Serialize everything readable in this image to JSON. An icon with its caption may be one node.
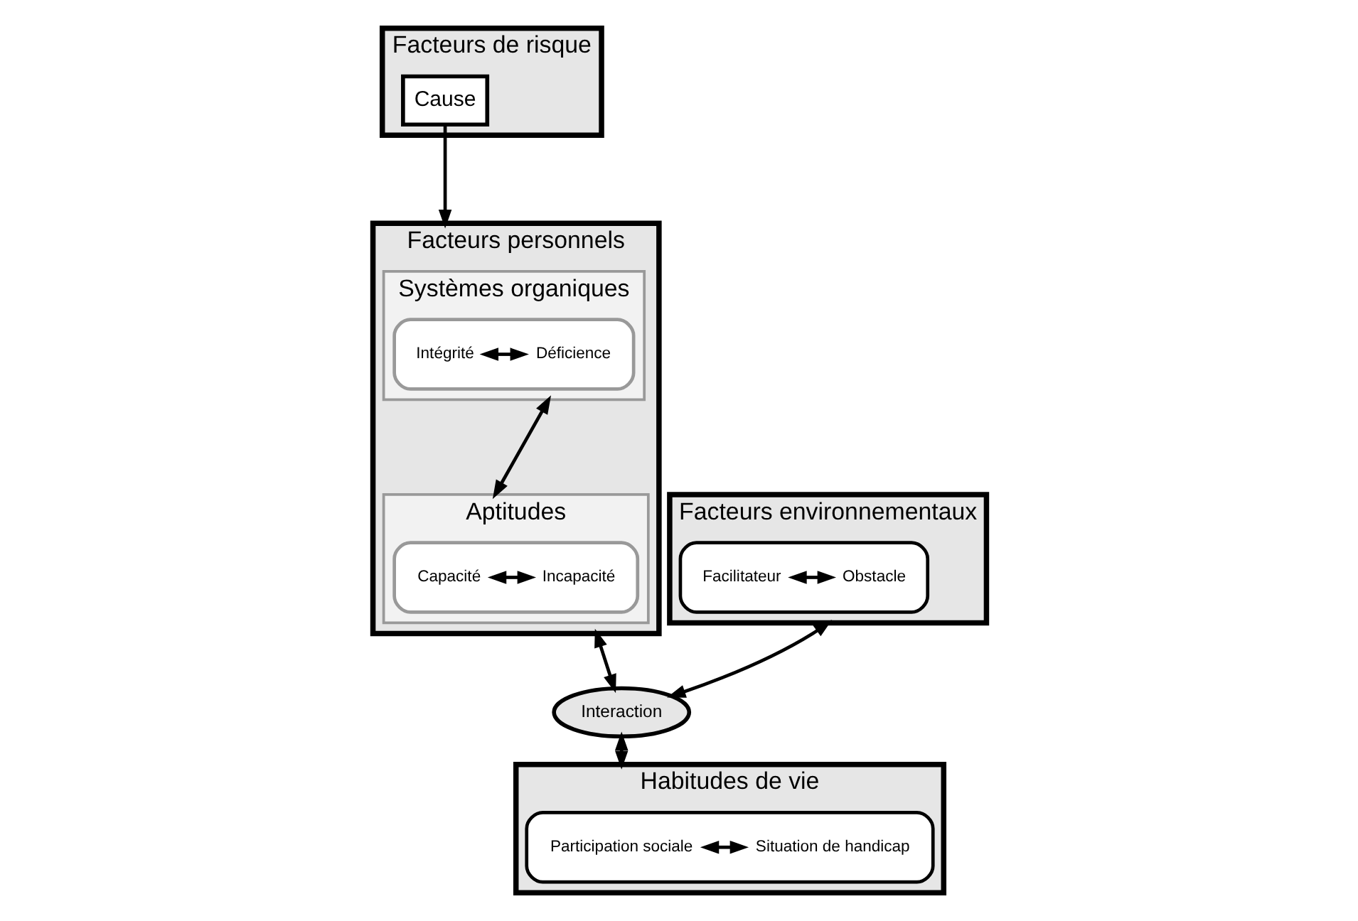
{
  "diagram": {
    "nodes": [
      {
        "text": [
          "Facteurs de risque"
        ]
      },
      {
        "text": [
          "Cause"
        ],
        "in": 0
      },
      {
        "text": [
          "Facteurs personnels"
        ]
      },
      {
        "text": [
          "Systèmes organiques"
        ],
        "in": 2
      },
      {
        "text": [],
        "shape": "box",
        "in": 3
      },
      {
        "text": [
          "Intégrité"
        ],
        "in": 4
      },
      {
        "text": [
          "Déficience"
        ],
        "in": 4
      },
      {
        "text": [
          "Aptitudes"
        ],
        "in": 2
      },
      {
        "text": [],
        "shape": "box",
        "in": 7
      },
      {
        "text": [
          "Capacité"
        ],
        "in": 8
      },
      {
        "text": [
          "Incapacité"
        ],
        "in": 8
      },
      {
        "text": [
          "Facteurs environnementaux"
        ]
      },
      {
        "text": [],
        "shape": "box",
        "in": 11
      },
      {
        "text": [
          "Facilitateur"
        ],
        "in": 12
      },
      {
        "text": [
          "Obstacle"
        ],
        "in": 12
      },
      {
        "text": [
          "Interaction"
        ]
      },
      {
        "text": [
          "Habitudes de vie"
        ]
      },
      {
        "text": [],
        "shape": "box",
        "in": 16
      },
      {
        "text": [
          "Participation sociale"
        ],
        "in": 17
      },
      {
        "text": [
          "Situation de handicap"
        ],
        "in": 17
      }
    ],
    "edges": [
      {
        "from": 1,
        "to": 2,
        "arrow": "to"
      },
      {
        "from": 5,
        "to": 6,
        "arrow": "both"
      },
      {
        "from": 3,
        "to": 7,
        "arrow": "both"
      },
      {
        "from": 9,
        "to": 10,
        "arrow": "both"
      },
      {
        "from": 13,
        "to": 14,
        "arrow": "both"
      },
      {
        "from": 2,
        "to": 15,
        "arrow": "both"
      },
      {
        "from": 11,
        "to": 15,
        "arrow": "both"
      },
      {
        "from": 15,
        "to": 16,
        "arrow": "both"
      },
      {
        "from": 18,
        "to": 19,
        "arrow": "both"
      }
    ]
  }
}
